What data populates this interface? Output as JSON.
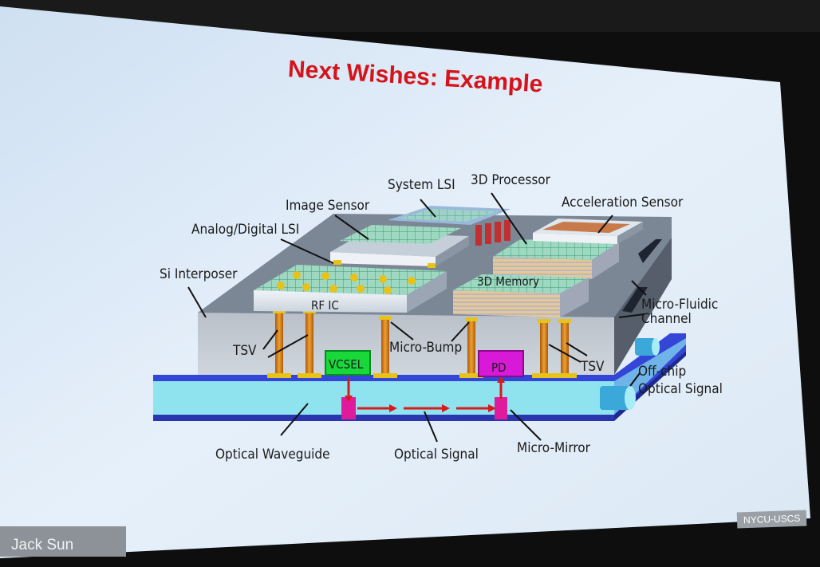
{
  "slide": {
    "title": "Next Wishes:  Example",
    "footer_left": "Jack Sun",
    "footer_right": "NYCU-USCS"
  },
  "labels": {
    "system_lsi": "System LSI",
    "processor_3d": "3D Processor",
    "image_sensor": "Image Sensor",
    "acceleration_sensor": "Acceleration Sensor",
    "analog_digital_lsi": "Analog/Digital LSI",
    "si_interposer": "Si Interposer",
    "memory_3d": "3D Memory",
    "rf_ic": "RF IC",
    "micro_fluidic_1": "Micro-Fluidic",
    "micro_fluidic_2": "Channel",
    "tsv_left": "TSV",
    "tsv_right": "TSV",
    "micro_bump": "Micro-Bump",
    "vcsel": "VCSEL",
    "pd": "PD",
    "off_chip_1": "Off-chip",
    "off_chip_2": "Optical Signal",
    "optical_waveguide": "Optical Waveguide",
    "optical_signal": "Optical Signal",
    "micro_mirror": "Micro-Mirror"
  },
  "colors": {
    "title_red": "#d4141a",
    "slide_bg": "#dfeaf6",
    "interposer_top": "#7f8a98",
    "waveguide_blue": "#3848d8",
    "waveguide_cyan": "#8fe6f2",
    "tsv_orange": "#d98a1a",
    "vcsel_green": "#19d83a",
    "pd_magenta": "#d81ad8",
    "signal_red": "#d81a1a"
  }
}
